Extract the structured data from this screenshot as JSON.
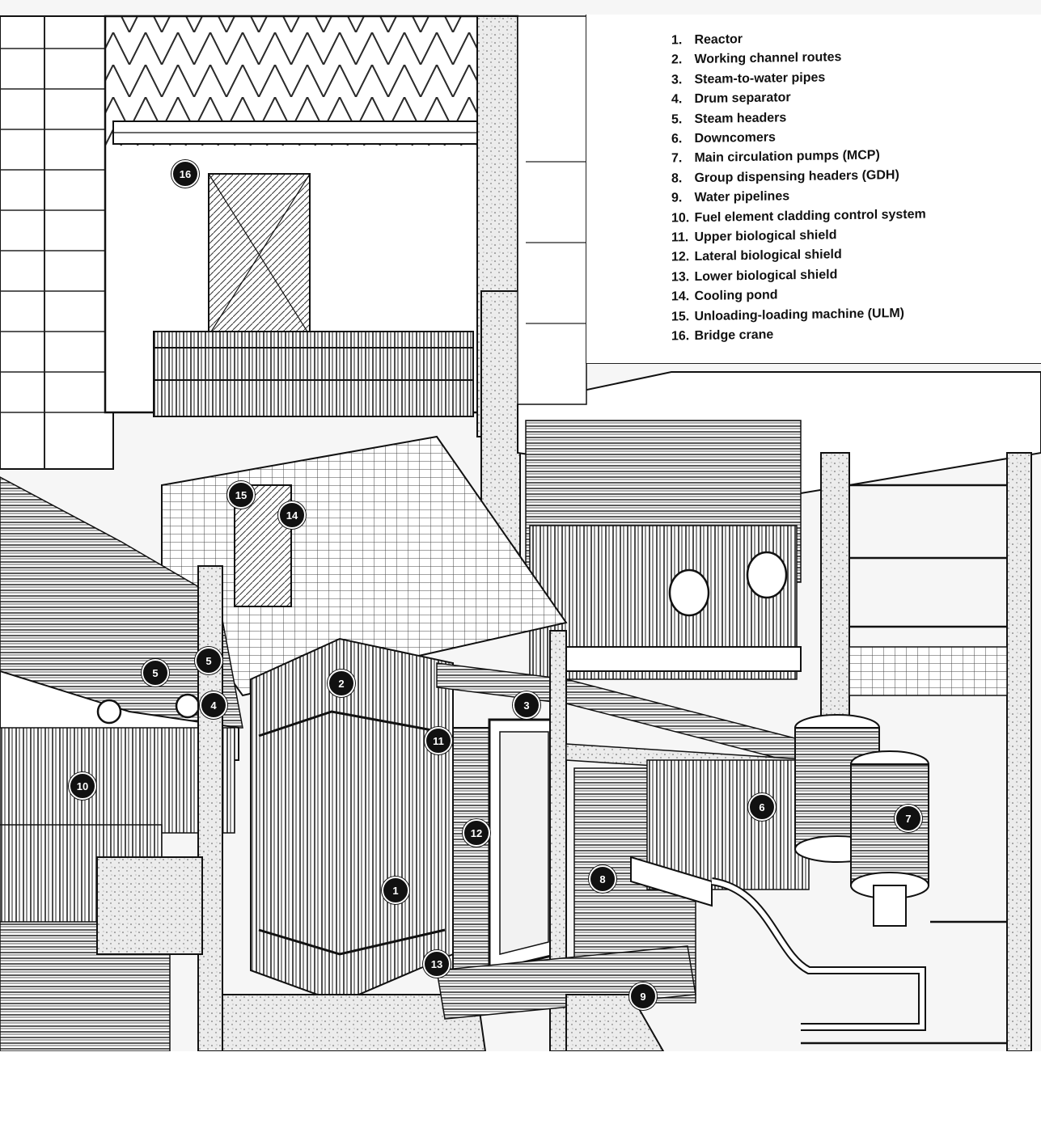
{
  "legend": {
    "items": [
      {
        "num": "1.",
        "label": "Reactor"
      },
      {
        "num": "2.",
        "label": "Working channel routes"
      },
      {
        "num": "3.",
        "label": "Steam-to-water pipes"
      },
      {
        "num": "4.",
        "label": "Drum separator"
      },
      {
        "num": "5.",
        "label": "Steam headers"
      },
      {
        "num": "6.",
        "label": "Downcomers"
      },
      {
        "num": "7.",
        "label": "Main circulation pumps (MCP)"
      },
      {
        "num": "8.",
        "label": "Group dispensing headers (GDH)"
      },
      {
        "num": "9.",
        "label": "Water pipelines"
      },
      {
        "num": "10.",
        "label": "Fuel element cladding control system"
      },
      {
        "num": "11.",
        "label": "Upper biological shield"
      },
      {
        "num": "12.",
        "label": "Lateral biological shield"
      },
      {
        "num": "13.",
        "label": "Lower biological shield"
      },
      {
        "num": "14.",
        "label": "Cooling pond"
      },
      {
        "num": "15.",
        "label": "Unloading-loading machine (ULM)"
      },
      {
        "num": "16.",
        "label": "Bridge crane"
      }
    ]
  },
  "callouts": {
    "c1": "1",
    "c2": "2",
    "c3": "3",
    "c4": "4",
    "c5a": "5",
    "c5b": "5",
    "c6": "6",
    "c7": "7",
    "c8": "8",
    "c9": "9",
    "c10": "10",
    "c11": "11",
    "c12": "12",
    "c13": "13",
    "c14": "14",
    "c15": "15",
    "c16": "16"
  },
  "colors": {
    "ink": "#111111",
    "paper": "#ffffff",
    "concrete": "#e6e6e6"
  }
}
